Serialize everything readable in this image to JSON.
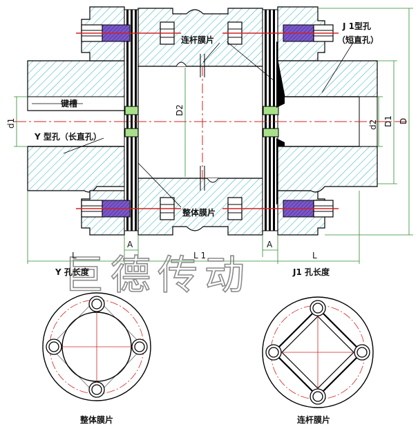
{
  "labels": {
    "j1_hole": "J 1型孔",
    "short_straight_hole": "（短直孔）",
    "link_diaphragm": "连杆膜片",
    "keyway": "键槽",
    "y_hole": "Y 型孔（长直孔）",
    "integral_diaphragm": "整体膜片",
    "y_hole_length": "Y 孔长度",
    "j1_hole_length": "J1 孔长度",
    "caption_left": "整体膜片",
    "caption_right": "连杆膜片"
  },
  "dimensions": {
    "d1": "d1",
    "d2": "d2",
    "D1": "D1",
    "D": "D",
    "D2": "D2",
    "A_left": "A",
    "A_right": "A",
    "L_left": "L",
    "L1": "L 1",
    "L_right": "L"
  },
  "watermark": "巨德传动",
  "colors": {
    "hatch": "#27b0b8",
    "bolt": "#d32020",
    "washer": "#7a58c8",
    "spacer": "#a8e08a",
    "outline": "#000000",
    "dimension": "#2a8a2a",
    "centerline": "#d32020"
  }
}
